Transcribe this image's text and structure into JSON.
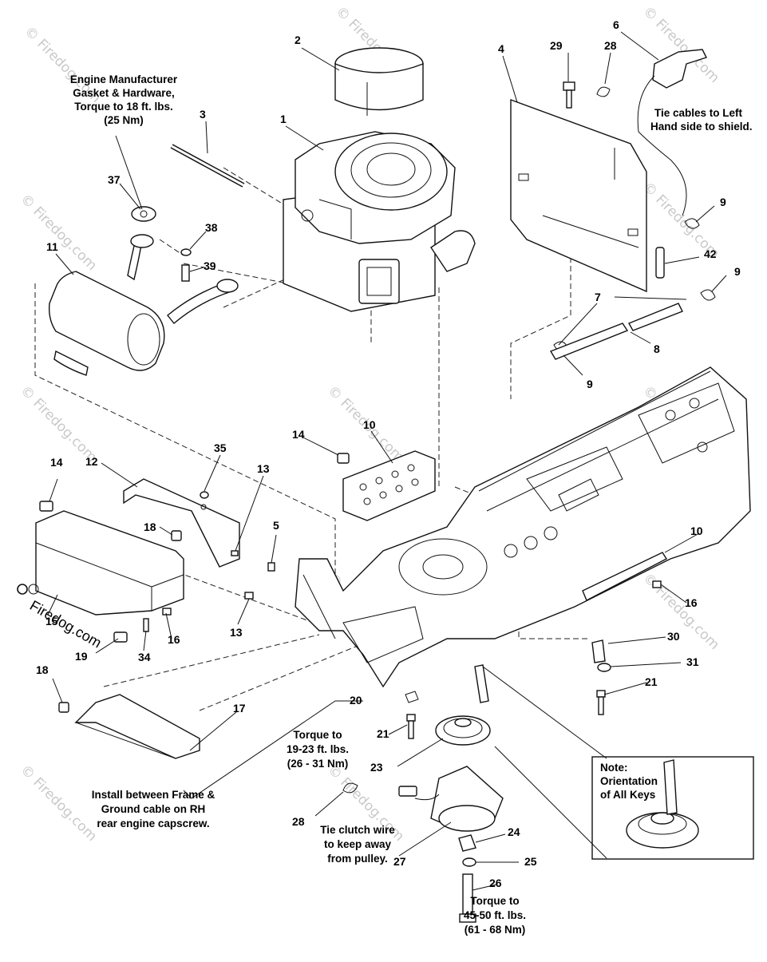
{
  "callouts": {
    "c1": "1",
    "c2": "2",
    "c3": "3",
    "c4": "4",
    "c5": "5",
    "c6": "6",
    "c7": "7",
    "c8": "8",
    "c9a": "9",
    "c9b": "9",
    "c9c": "9",
    "c10a": "10",
    "c10b": "10",
    "c11": "11",
    "c12": "12",
    "c13a": "13",
    "c13b": "13",
    "c14a": "14",
    "c14b": "14",
    "c15": "15",
    "c16a": "16",
    "c16b": "16",
    "c17": "17",
    "c18a": "18",
    "c18b": "18",
    "c19": "19",
    "c20": "20",
    "c21a": "21",
    "c21b": "21",
    "c23": "23",
    "c24": "24",
    "c25": "25",
    "c26": "26",
    "c27": "27",
    "c28a": "28",
    "c28b": "28",
    "c29": "29",
    "c30": "30",
    "c31": "31",
    "c34": "34",
    "c35": "35",
    "c37": "37",
    "c38": "38",
    "c39": "39",
    "c42": "42"
  },
  "notes": {
    "engine_gasket": [
      "Engine Manufacturer",
      "Gasket & Hardware,",
      "Torque to 18 ft. lbs.",
      "(25 Nm)"
    ],
    "tie_cables": [
      "Tie cables to Left",
      "Hand side to shield."
    ],
    "torque_21": [
      "Torque to",
      "19-23 ft. lbs.",
      "(26 - 31 Nm)"
    ],
    "install_ground": [
      "Install between Frame &",
      "Ground cable on RH",
      "rear engine capscrew."
    ],
    "tie_clutch": [
      "Tie clutch wire",
      "to keep away",
      "from pulley."
    ],
    "torque_26": [
      "Torque to",
      "45-50 ft. lbs.",
      "(61 - 68 Nm)"
    ],
    "orientation": [
      "Note:",
      "Orientation",
      "of All Keys"
    ]
  },
  "watermark": "© Firedog.com",
  "logo_text": "Firedog.com"
}
